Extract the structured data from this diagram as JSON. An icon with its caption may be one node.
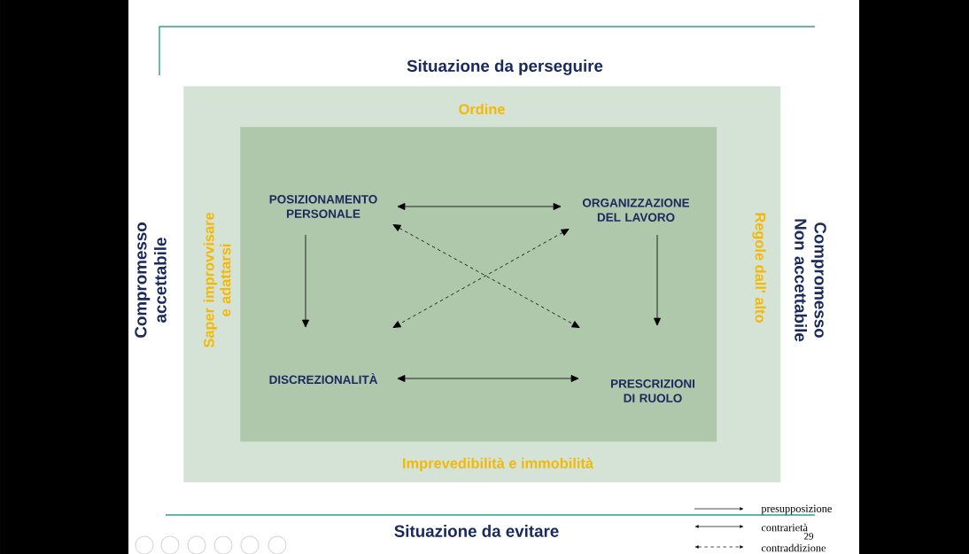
{
  "diagram": {
    "title": "Situazione da perseguire",
    "nodes": [
      {
        "text": [
          "Ordine",
          "Imprevedibilità e immobilità",
          "Saper improvvisare e adattarsi",
          "Regole dall' alto"
        ]
      },
      {
        "text": [],
        "shape": "box",
        "in": 0
      },
      {
        "text": [
          "POSIZIONAMENTO PERSONALE"
        ],
        "in": 1
      },
      {
        "text": [
          "ORGANIZZAZIONE DEL LAVORO"
        ],
        "in": 1
      },
      {
        "text": [
          "DISCREZIONALITÀ"
        ],
        "in": 1
      },
      {
        "text": [
          "PRESCRIZIONI DI RUOLO"
        ],
        "in": 1
      }
    ],
    "edges": [
      {
        "from": 2,
        "to": 3,
        "arrow": "both"
      },
      {
        "from": 2,
        "to": 4,
        "arrow": "to"
      },
      {
        "from": 3,
        "to": 5,
        "arrow": "to"
      },
      {
        "from": 2,
        "to": 5,
        "arrow": "both",
        "style": "dashed"
      },
      {
        "from": 3,
        "to": 4,
        "arrow": "both",
        "style": "dashed"
      },
      {
        "from": 4,
        "to": 5,
        "arrow": "both"
      }
    ],
    "labels": [
      "Compromesso accettabile",
      "Compromesso Non accettabile",
      "Situazione da evitare",
      "29"
    ],
    "legend": [
      {
        "text": "presupposizione"
      },
      {
        "text": "contrarietà"
      },
      {
        "text": "contraddizione"
      }
    ]
  }
}
